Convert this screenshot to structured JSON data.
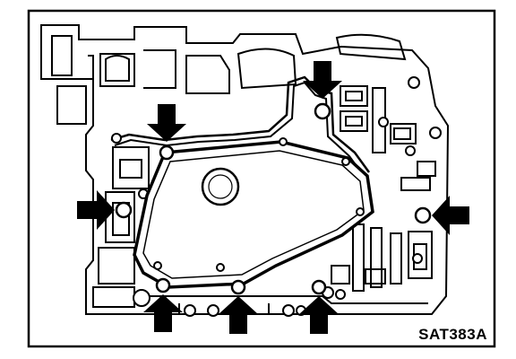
{
  "figure": {
    "reference_code": "SAT383A",
    "stroke_color": "#000000",
    "background_color": "#ffffff",
    "callouts": [
      {
        "id": "top-right-bolt",
        "pointing": "down"
      },
      {
        "id": "top-left-bolt",
        "pointing": "down"
      },
      {
        "id": "left-bolt",
        "pointing": "right"
      },
      {
        "id": "right-bolt",
        "pointing": "left"
      },
      {
        "id": "bottom-left-bolt",
        "pointing": "up"
      },
      {
        "id": "bottom-center-bolt",
        "pointing": "up"
      },
      {
        "id": "bottom-right-bolt",
        "pointing": "up"
      }
    ]
  }
}
